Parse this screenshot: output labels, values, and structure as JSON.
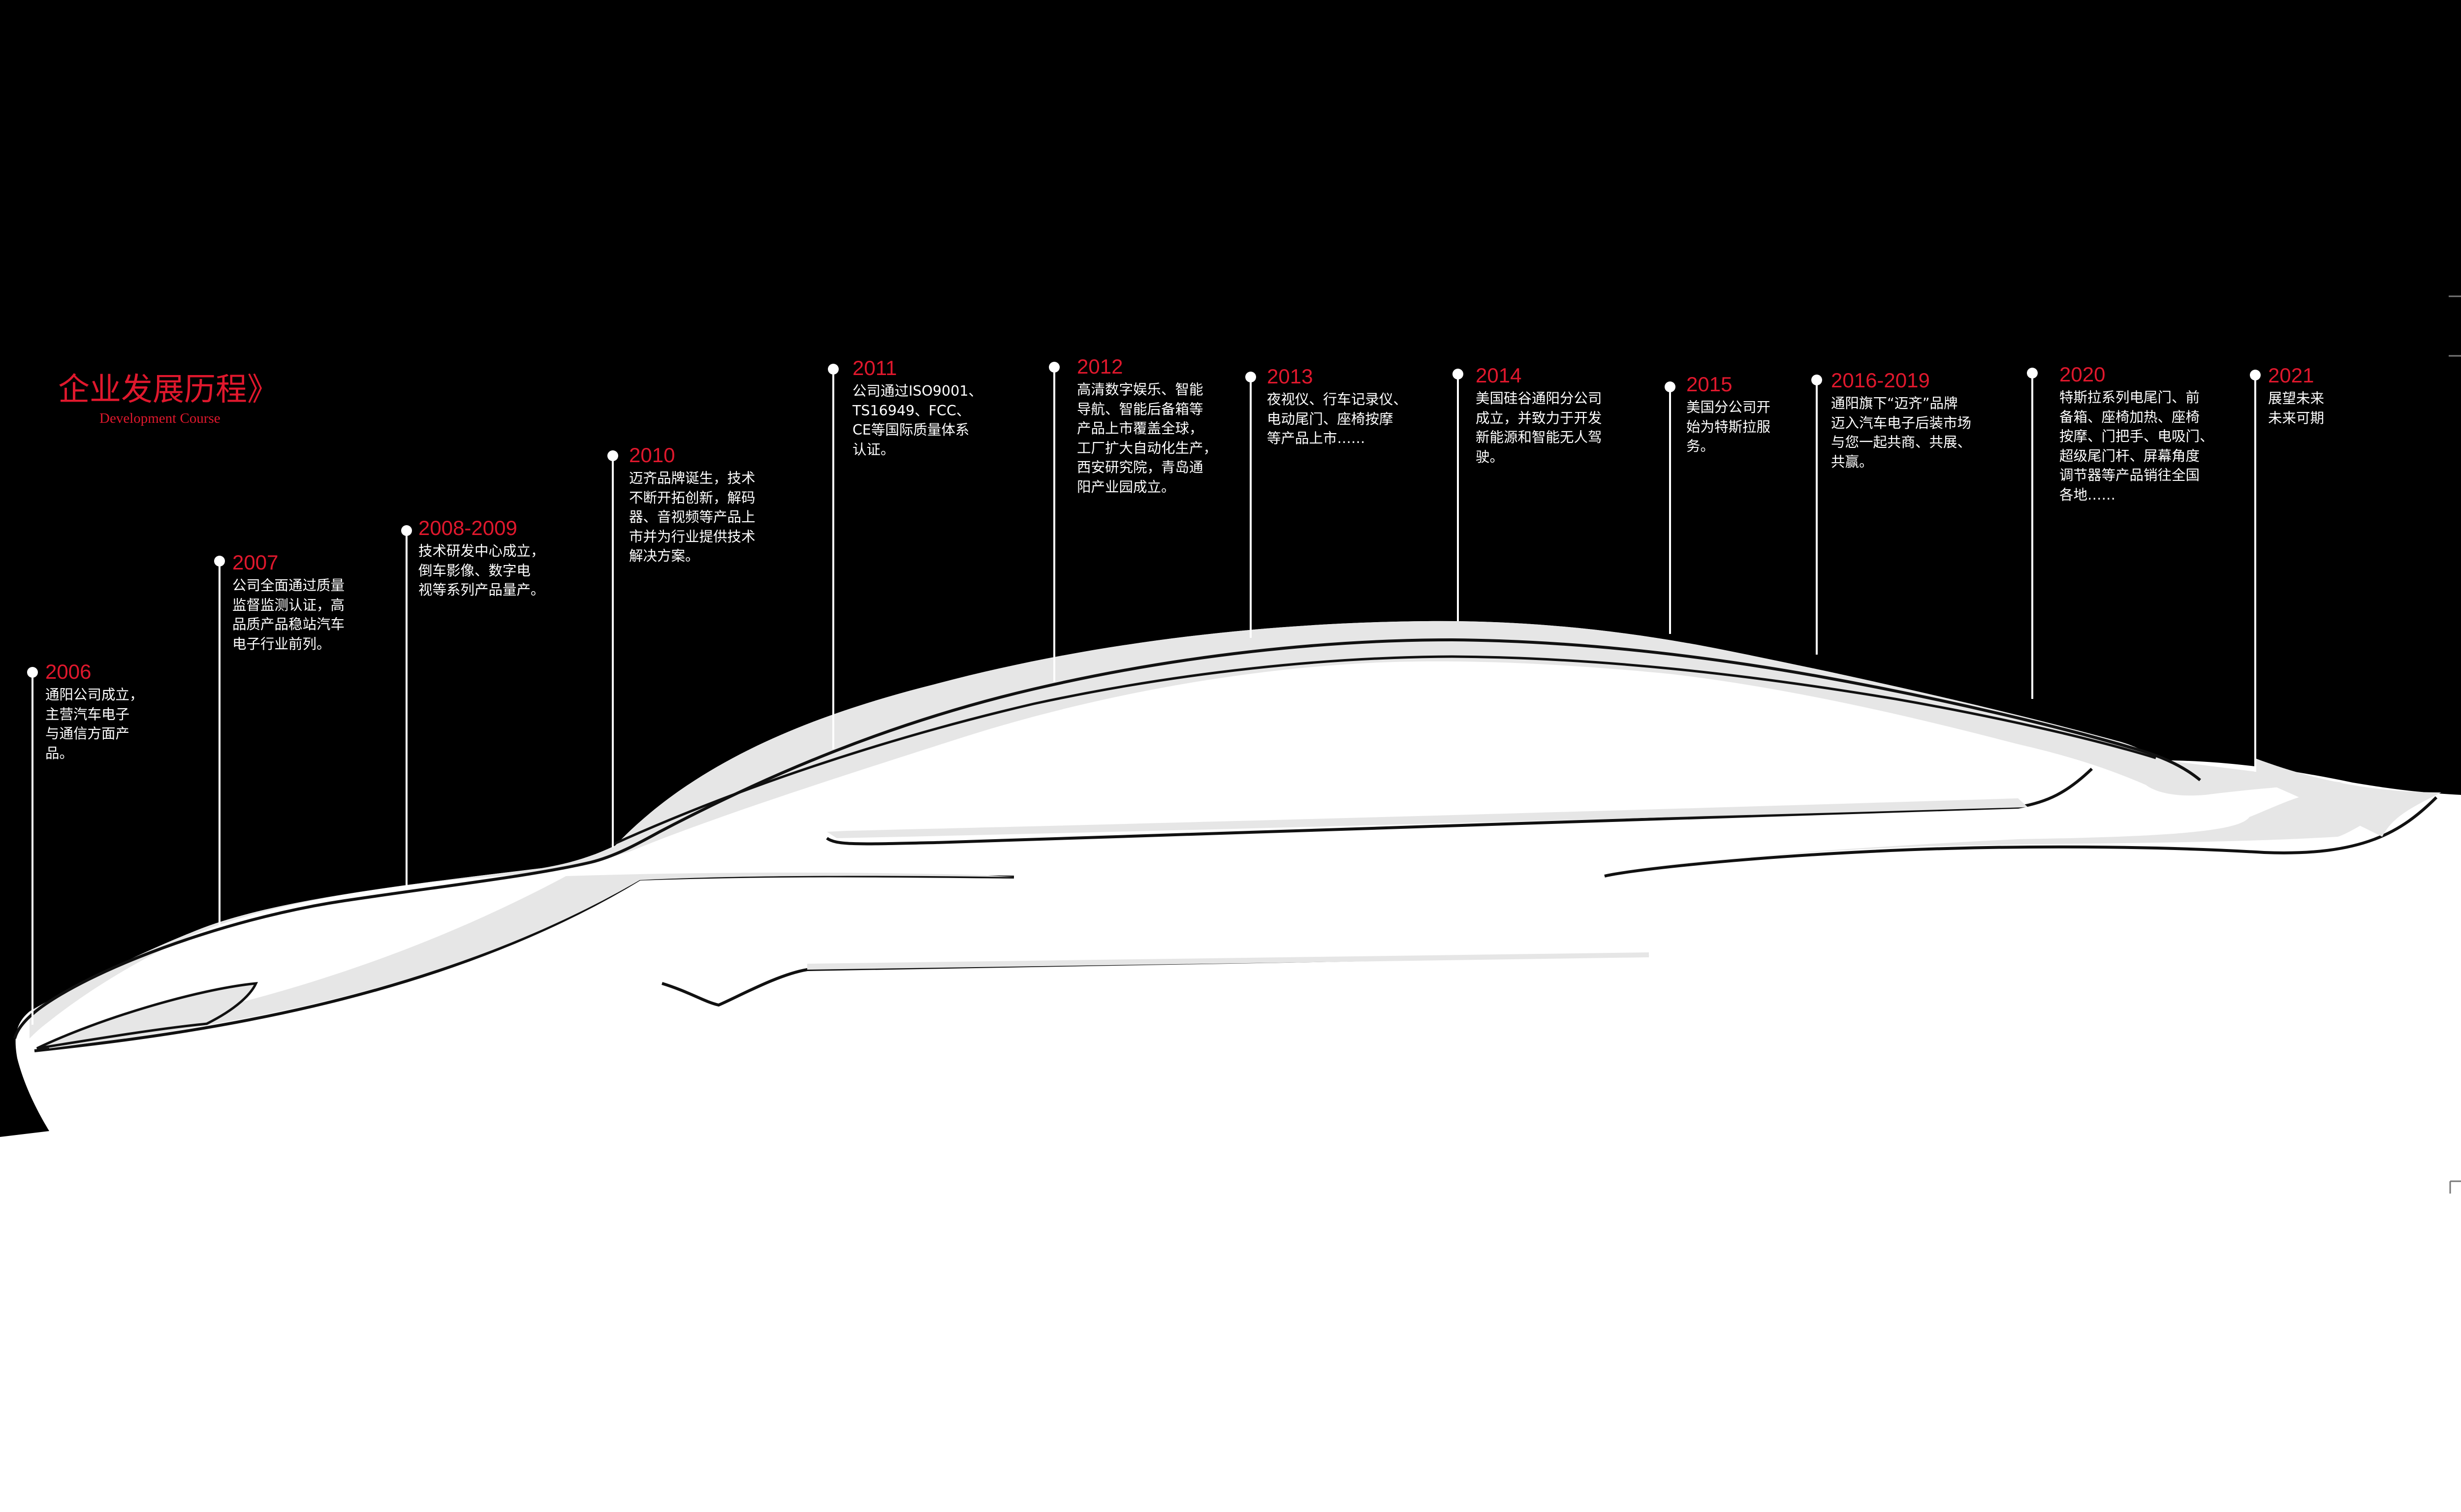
{
  "heading": {
    "title_zh": "企业发展历程》",
    "title_en": "Development Course"
  },
  "colors": {
    "background": "#000000",
    "accent": "#e0182d",
    "car_body": "#ffffff",
    "car_highlight": "#e6e6e6",
    "text": "#ffffff"
  },
  "milestones": [
    {
      "year": "2006",
      "text": "通阳公司成立，\n主营汽车电子\n与通信方面产\n品。"
    },
    {
      "year": "2007",
      "text": "公司全面通过质量\n监督监测认证，高\n品质产品稳站汽车\n电子行业前列。"
    },
    {
      "year": "2008-2009",
      "text": "技术研发中心成立，\n倒车影像、数字电\n视等系列产品量产。"
    },
    {
      "year": "2010",
      "text": "迈齐品牌诞生，技术\n不断开拓创新，解码\n器、音视频等产品上\n市并为行业提供技术\n解决方案。"
    },
    {
      "year": "2011",
      "text": "公司通过ISO9001、\nTS16949、FCC、\nCE等国际质量体系\n认证。"
    },
    {
      "year": "2012",
      "text": "高清数字娱乐、智能\n导航、智能后备箱等\n产品上市覆盖全球，\n工厂扩大自动化生产，\n西安研究院，青岛通\n阳产业园成立。"
    },
    {
      "year": "2013",
      "text": "夜视仪、行车记录仪、\n电动尾门、座椅按摩\n等产品上市……"
    },
    {
      "year": "2014",
      "text": "美国硅谷通阳分公司\n成立，并致力于开发\n新能源和智能无人驾\n驶。"
    },
    {
      "year": "2015",
      "text": "美国分公司开\n始为特斯拉服\n务。"
    },
    {
      "year": "2016-2019",
      "text": "通阳旗下“迈齐”品牌\n迈入汽车电子后装市场\n与您一起共商、共展、\n共赢。"
    },
    {
      "year": "2020",
      "text": "特斯拉系列电尾门、前\n备箱、座椅加热、座椅\n按摩、门把手、电吸门、\n超级尾门杆、屏幕角度\n调节器等产品销往全国\n各地……"
    },
    {
      "year": "2021",
      "text": "展望未来\n未来可期"
    }
  ]
}
